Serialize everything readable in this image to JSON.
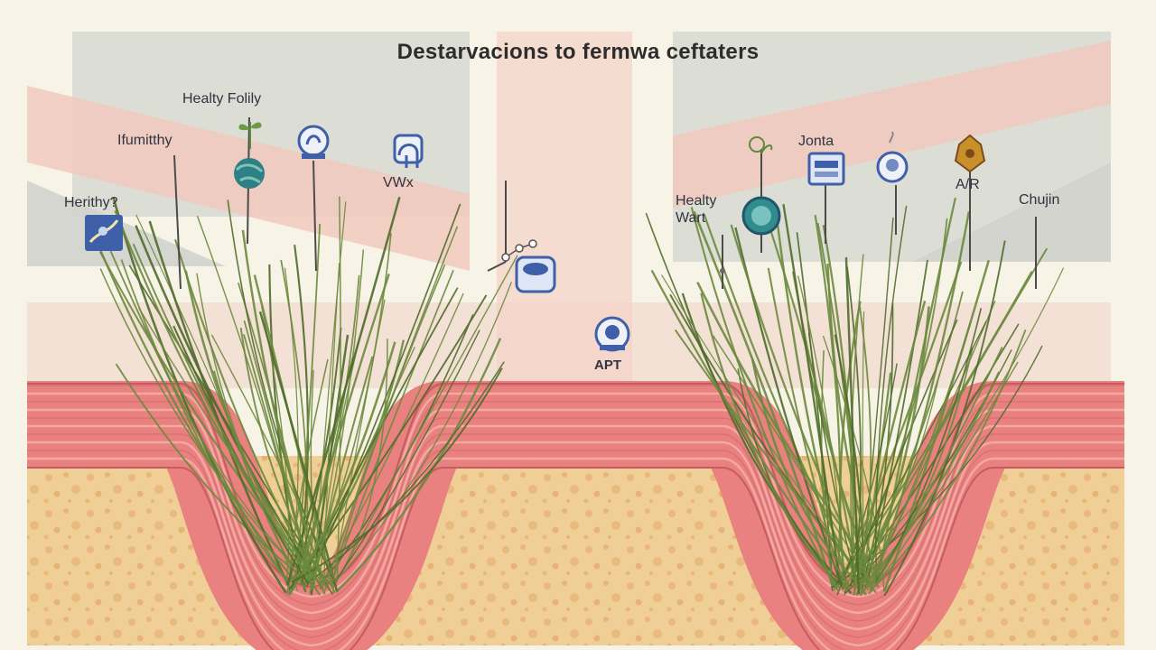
{
  "title": "Destarvacions to fermwa ceftaters",
  "colors": {
    "background": "#f7f3e6",
    "flag_gray": "#d2d3cd",
    "flag_pink": "#f0c7bb",
    "skin_band": "#e8817f",
    "skin_line": "#f7b0a9",
    "dermis": "#f0cf96",
    "dermis_spot": "#e6a96e",
    "grass": "#6c8a3e",
    "icon_blue": "#3f5fa8",
    "icon_teal": "#2f8d8d",
    "icon_gold": "#c8902a"
  },
  "labels": {
    "healty_folly": "Healty Folily",
    "ifumitthy": "Ifumitthy",
    "herithy": "Herithy?",
    "wwx": "VWx",
    "apt": "APT",
    "jonta": "Jonta",
    "healty_wart": "Healty\nWart",
    "ar": "A/R",
    "chujin": "Chujin"
  },
  "icons": [
    {
      "name": "seedling-icon"
    },
    {
      "name": "globe-icon"
    },
    {
      "name": "medal-icon"
    },
    {
      "name": "elephant-icon"
    },
    {
      "name": "product-box-icon"
    },
    {
      "name": "molecule-icon"
    },
    {
      "name": "apt-badge-icon"
    },
    {
      "name": "sprout-icon"
    },
    {
      "name": "teal-medallion-icon"
    },
    {
      "name": "monitor-icon"
    },
    {
      "name": "droplet-medal-icon"
    },
    {
      "name": "crest-icon"
    }
  ]
}
